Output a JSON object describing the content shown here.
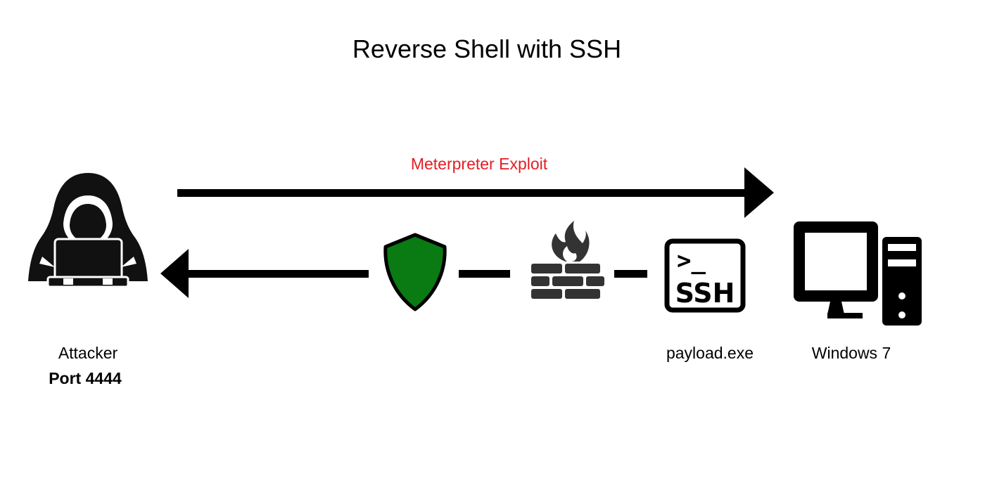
{
  "diagram": {
    "title": "Reverse Shell with SSH",
    "forward_flow": {
      "label": "Meterpreter Exploit",
      "label_color": "#e31e24"
    },
    "nodes": {
      "attacker": {
        "name": "Attacker",
        "port": "Port 4444",
        "icon": "hacker-icon"
      },
      "antivirus": {
        "icon": "shield-icon",
        "color": "#0a7a12"
      },
      "firewall": {
        "icon": "firewall-icon"
      },
      "payload": {
        "name": "payload.exe",
        "icon": "ssh-terminal-icon",
        "icon_prompt": ">_",
        "icon_text": "SSH"
      },
      "target": {
        "name": "Windows 7",
        "icon": "desktop-computer-icon"
      }
    }
  }
}
